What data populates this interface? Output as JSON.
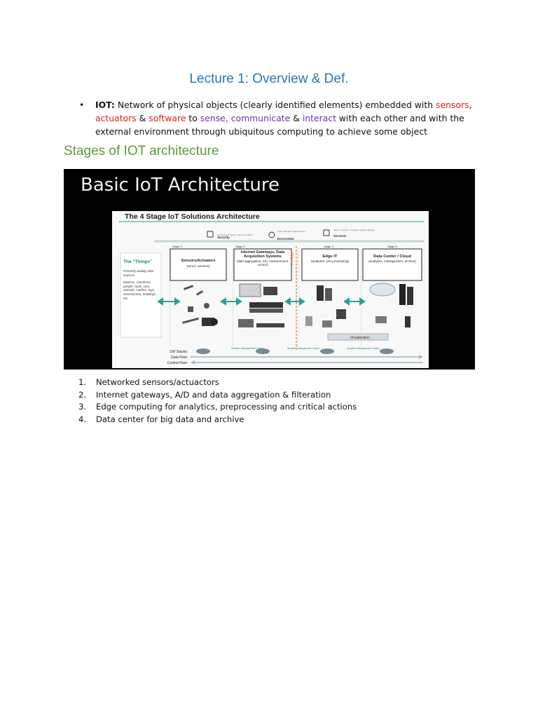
{
  "document": {
    "title": "Lecture 1: Overview & Def.",
    "bullet": {
      "marker": "•",
      "term": "IOT:",
      "t1": " Network of physical objects (clearly identified elements) embedded with ",
      "sensors": "sensors",
      "comma1": ",",
      "actuators": "actuators",
      "amp1": " & ",
      "software": "software",
      "to": " to ",
      "sense": "sense",
      "comma2": ", ",
      "communicate": "communicate",
      "amp2": " & ",
      "interact": "interact",
      "t2": " with each other and with the external environment through ubiquitous computing to achieve some object"
    },
    "section_heading": "Stages of IOT architecture",
    "slide": {
      "title": "Basic IoT Architecture",
      "diagram": {
        "heading": "The 4 Stage IoT Solutions Architecture",
        "categories": [
          {
            "label": "Security",
            "note": "End-to-End, Proactive, Defense-in-depth"
          },
          {
            "label": "Ecosystem",
            "note": "Open, Extensive, Partner driven"
          },
          {
            "label": "Services",
            "note": "Advise, Transform, Integrate, Operate, Manage"
          }
        ],
        "things_title": "The \"Things\"",
        "things_desc1": "Primarily analog data sources",
        "things_desc2": "Devices, machines, people, tools, cars, animals, clothes, toys, environment, buildings, etc.",
        "stages": [
          {
            "label": "Stage 1",
            "title": "Sensors/Actuators",
            "sub": "(wired, wireless)"
          },
          {
            "label": "Stage 2",
            "title": "Internet Gateways, Data Acquisition Systems",
            "sub": "(data aggregation, A/D, measurement, control)"
          },
          {
            "label": "Stage 3",
            "title": "Edge IT",
            "sub": "(analytics, pre-processing)"
          },
          {
            "label": "Stage 4",
            "title": "Data Center / Cloud",
            "sub": "(analytics, management, archive)"
          }
        ],
        "edge_label": "The Edge",
        "visualization": "Visualization",
        "amc_label": "Analytics Management Control",
        "row_labels": [
          "SW Stacks:",
          "Data Flow:",
          "Control Flow:"
        ]
      }
    },
    "list": [
      {
        "num": "1.",
        "text": "Networked sensors/actuactors"
      },
      {
        "num": "2.",
        "text": "Internet gateways, A/D and data aggregation & filteration"
      },
      {
        "num": "3.",
        "text": "Edge computing for analytics, preprocessing and critical actions"
      },
      {
        "num": "4.",
        "text": "Data center for big data and archive"
      }
    ]
  }
}
